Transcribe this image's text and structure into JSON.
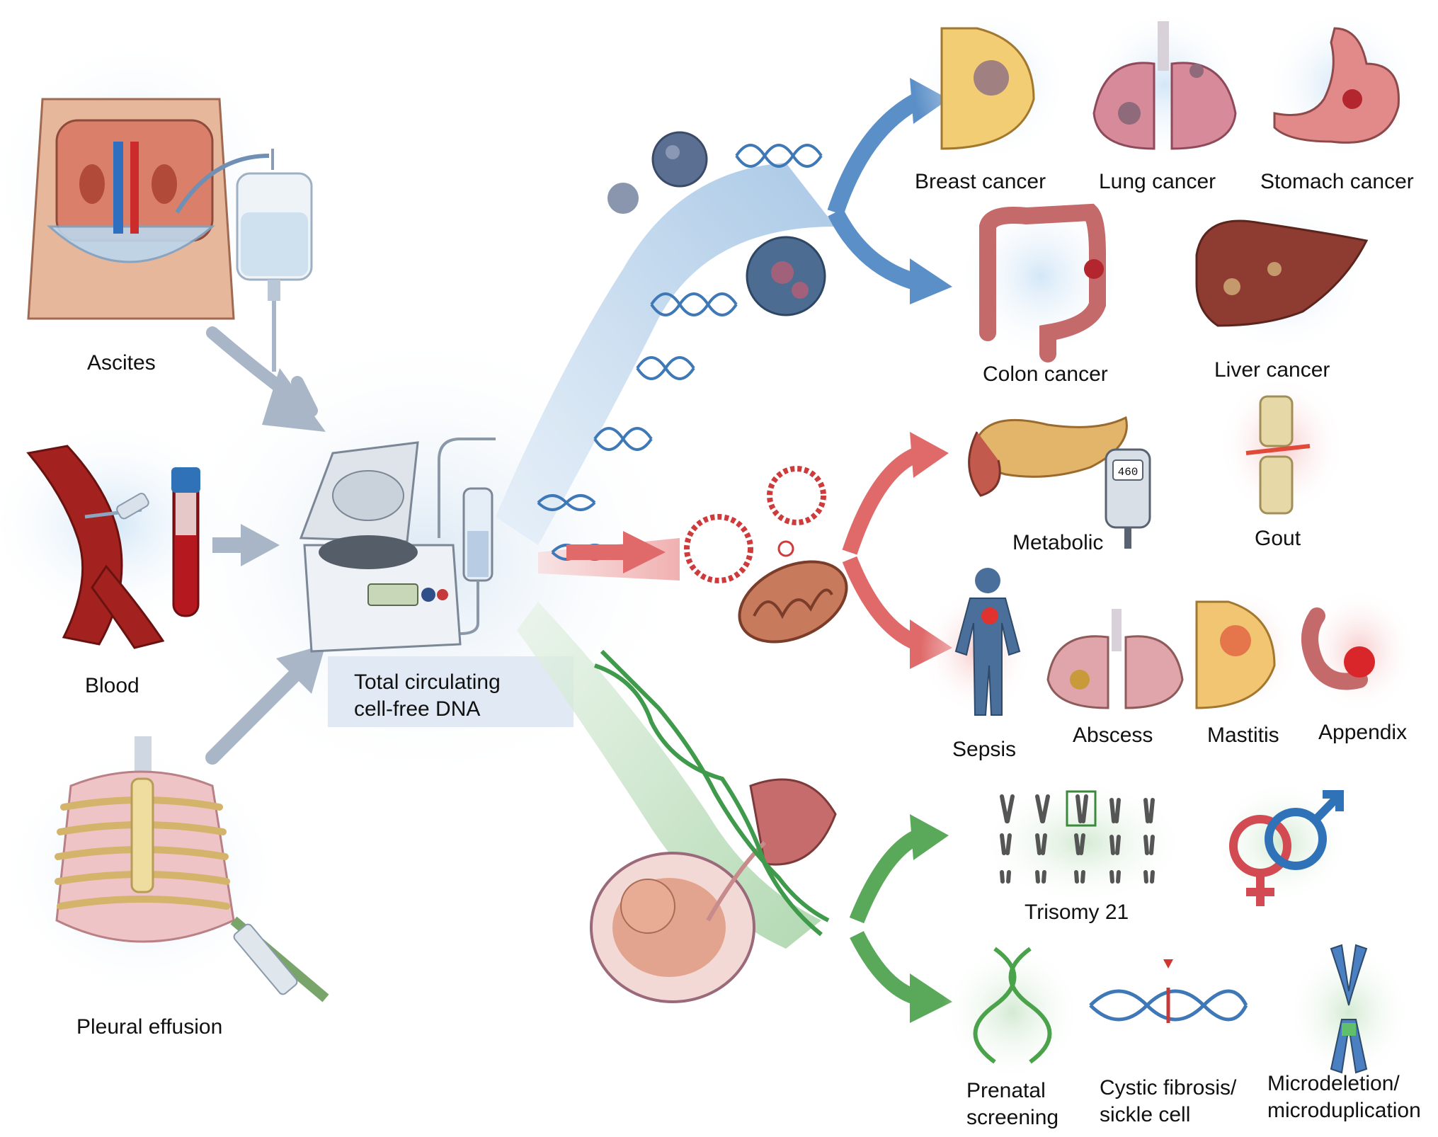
{
  "sources": {
    "ascites": "Ascites",
    "blood": "Blood",
    "pleural_effusion": "Pleural effusion"
  },
  "center": {
    "label_line1": "Total circulating",
    "label_line2": "cell-free DNA"
  },
  "cancer": {
    "breast": "Breast cancer",
    "lung": "Lung cancer",
    "stomach": "Stomach cancer",
    "colon": "Colon cancer",
    "liver": "Liver cancer"
  },
  "metabolic_inflammatory": {
    "metabolic": "Metabolic",
    "glucometer_value": "460",
    "gout": "Gout",
    "sepsis": "Sepsis",
    "abscess": "Abscess",
    "mastitis": "Mastitis",
    "appendix": "Appendix"
  },
  "prenatal": {
    "trisomy": "Trisomy 21",
    "prenatal_l1": "Prenatal",
    "prenatal_l2": "screening",
    "cystic_l1": "Cystic fibrosis/",
    "cystic_l2": "sickle cell",
    "micro_l1": "Microdeletion/",
    "micro_l2": "microduplication"
  },
  "colors": {
    "blue_path": "#5b8fc7",
    "red_path": "#e06a6a",
    "green_path": "#5aa85a",
    "grey_arrow": "#a9b6c8",
    "organ_pink": "#d9828a",
    "blood_red": "#b5191f"
  }
}
